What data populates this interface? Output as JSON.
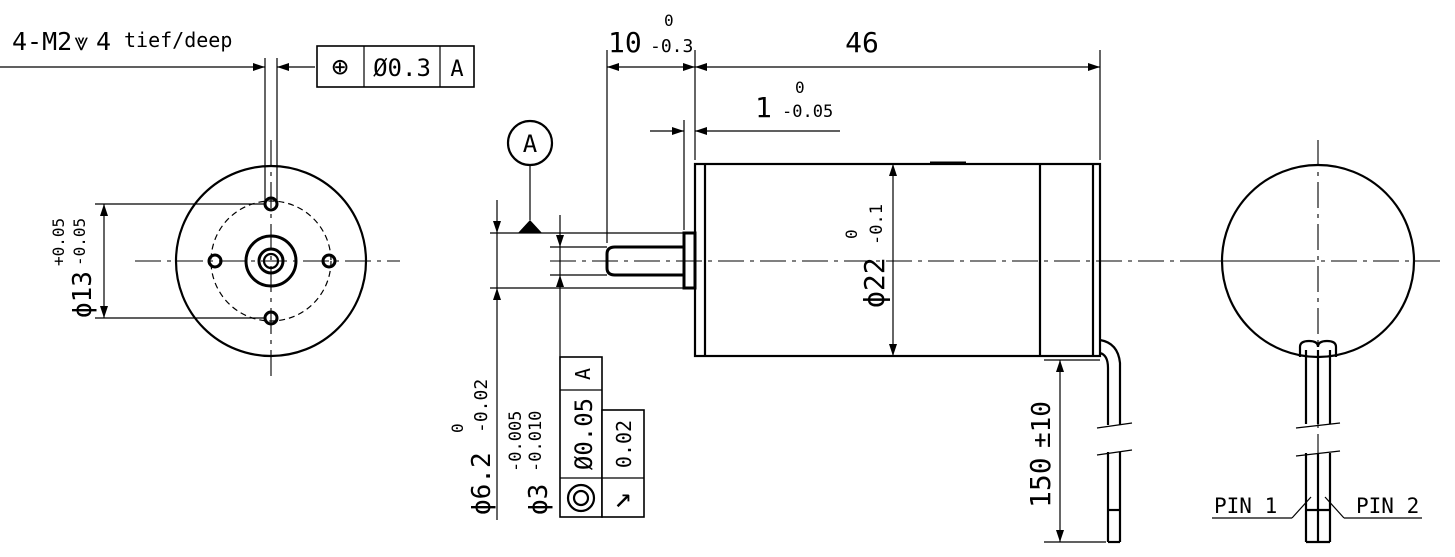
{
  "front_view": {
    "thread_note": "4-M2",
    "depth_symbol": "⩔",
    "thread_depth": "4",
    "thread_suffix": "tief/deep",
    "position_symbol": "⊕",
    "position_tolerance": "Ø0.3",
    "position_datum": "A",
    "pilot_diameter": "ϕ13",
    "pilot_tol_upper": "+0.05",
    "pilot_tol_lower": "-0.05"
  },
  "side_view": {
    "shaft_length": "10",
    "shaft_length_tol_upper": "0",
    "shaft_length_tol_lower": "-0.3",
    "body_length": "46",
    "collar_length": "1",
    "collar_tol_upper": "0",
    "collar_tol_lower": "-0.05",
    "datum_label": "A",
    "body_diameter": "ϕ22",
    "body_tol_upper": "0",
    "body_tol_lower": "-0.1",
    "collar_diameter": "ϕ6.2",
    "collar_dia_tol_upper": "0",
    "collar_dia_tol_lower": "-0.02",
    "shaft_diameter": "ϕ3",
    "shaft_tol_upper": "-0.005",
    "shaft_tol_lower": "-0.010",
    "concentricity_symbol": "◎",
    "concentricity_tol": "Ø0.05",
    "concentricity_datum": "A",
    "runout_symbol": "↗",
    "runout_tol": "0.02",
    "lead_length": "150",
    "lead_length_tol": "±10"
  },
  "rear_view": {
    "pin1_label": "PIN 1",
    "pin2_label": "PIN 2"
  }
}
